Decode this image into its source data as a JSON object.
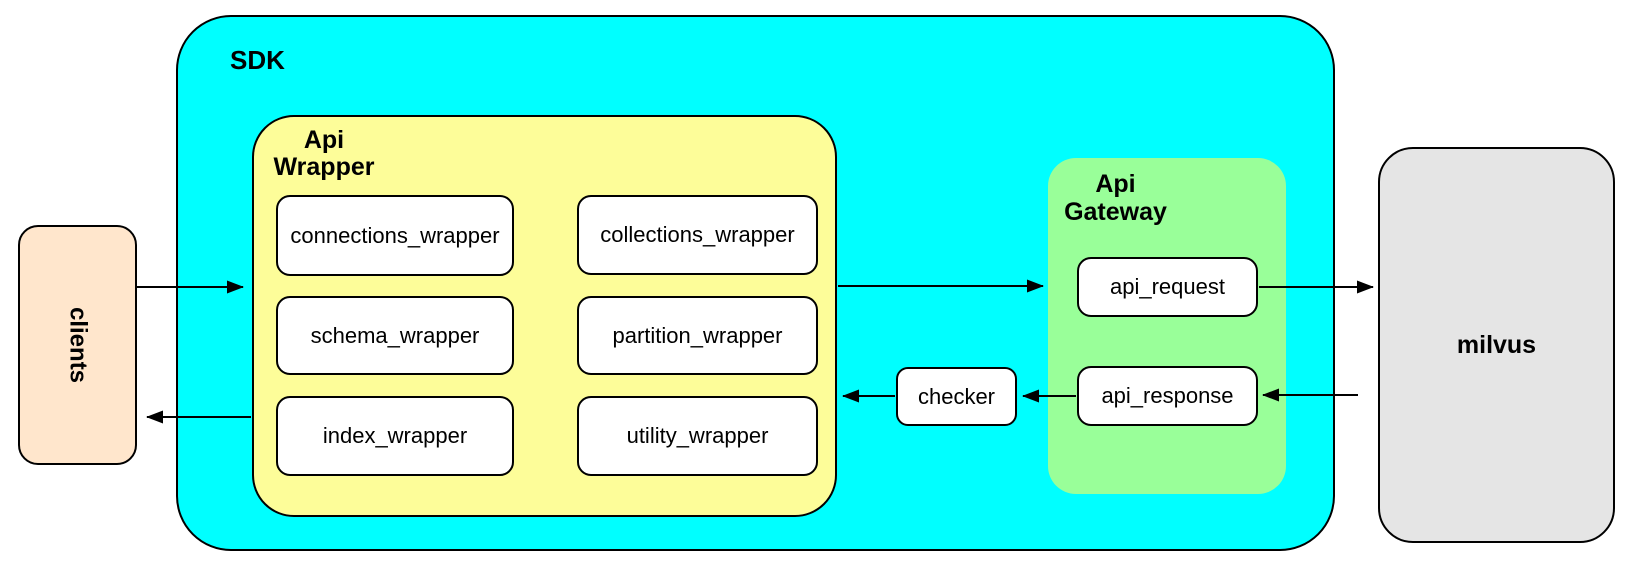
{
  "colors": {
    "background": "#FFFFFF",
    "sdk_fill": "#00FFFF",
    "api_wrapper_fill": "#FDFD99",
    "api_gateway_fill": "#99FF99",
    "clients_fill": "#FFE6CC",
    "milvus_fill": "#E5E5E5",
    "inner_box_fill": "#FFFFFF",
    "border": "#000000",
    "arrow": "#000000",
    "text": "#000000"
  },
  "clients": {
    "label": "clients"
  },
  "sdk": {
    "label": "SDK"
  },
  "api_wrapper": {
    "label": "Api\nWrapper",
    "boxes": [
      {
        "label": "connections_wrapper"
      },
      {
        "label": "collections_wrapper"
      },
      {
        "label": "schema_wrapper"
      },
      {
        "label": "partition_wrapper"
      },
      {
        "label": "index_wrapper"
      },
      {
        "label": "utility_wrapper"
      }
    ]
  },
  "checker": {
    "label": "checker"
  },
  "api_gateway": {
    "label": "Api\nGateway",
    "boxes": [
      {
        "label": "api_request"
      },
      {
        "label": "api_response"
      }
    ]
  },
  "milvus": {
    "label": "milvus"
  }
}
